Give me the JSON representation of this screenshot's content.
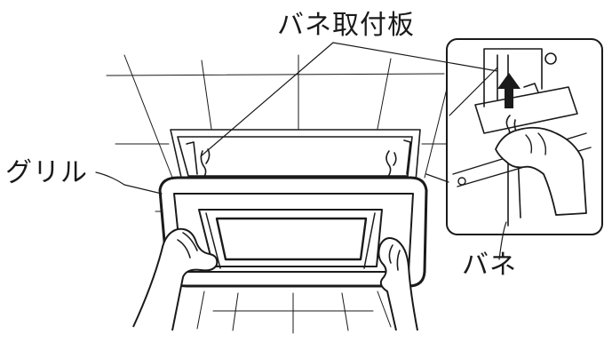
{
  "labels": {
    "spring_plate": "バネ取付板",
    "grille": "グリル",
    "spring": "バネ"
  },
  "colors": {
    "ink": "#1a1a1a",
    "background": "#ffffff"
  },
  "icons": {
    "arrow": "up-arrow-icon"
  }
}
